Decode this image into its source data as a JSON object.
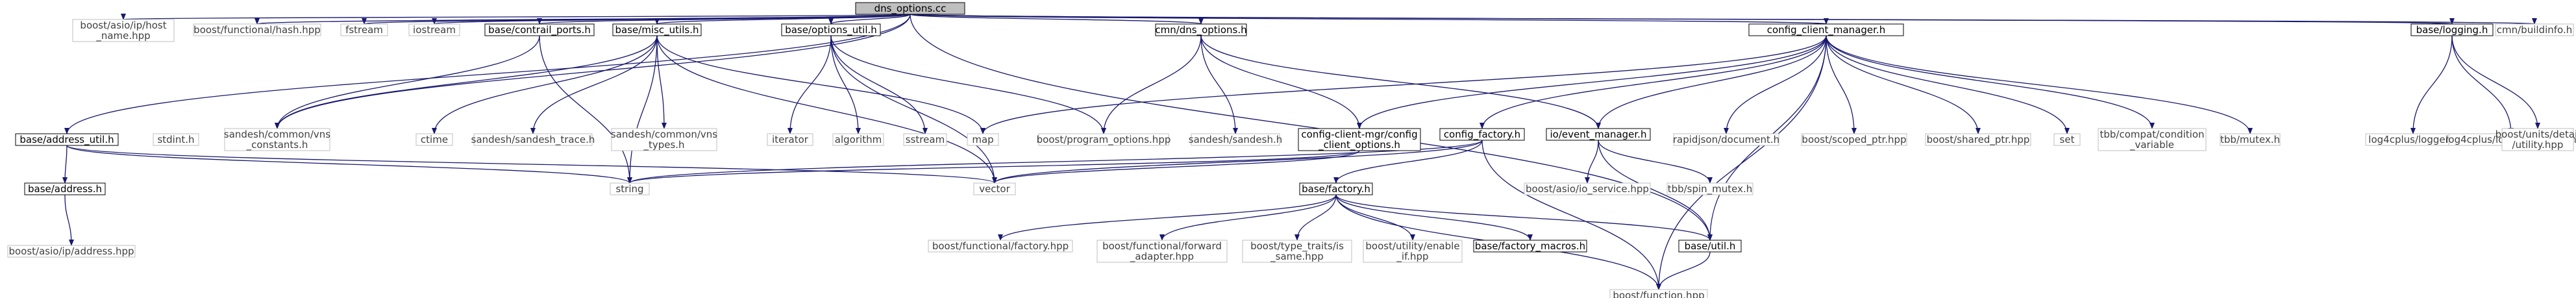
{
  "graph": {
    "title_node": "dns_options.cc",
    "nodes": [
      {
        "id": "root",
        "lines": [
          "dns_options.cc"
        ],
        "style": "root"
      },
      {
        "id": "asio_host",
        "lines": [
          "boost/asio/ip/host",
          "_name.hpp"
        ],
        "style": "ext"
      },
      {
        "id": "func_hash",
        "lines": [
          "boost/functional/hash.hpp"
        ],
        "style": "ext"
      },
      {
        "id": "fstream",
        "lines": [
          "fstream"
        ],
        "style": "ext"
      },
      {
        "id": "iostream",
        "lines": [
          "iostream"
        ],
        "style": "ext"
      },
      {
        "id": "contrail_ports",
        "lines": [
          "base/contrail_ports.h"
        ],
        "style": "int"
      },
      {
        "id": "misc_utils",
        "lines": [
          "base/misc_utils.h"
        ],
        "style": "int"
      },
      {
        "id": "options_util",
        "lines": [
          "base/options_util.h"
        ],
        "style": "int"
      },
      {
        "id": "cmn_dns_options",
        "lines": [
          "cmn/dns_options.h"
        ],
        "style": "int"
      },
      {
        "id": "ccm",
        "lines": [
          "config_client_manager.h"
        ],
        "style": "int"
      },
      {
        "id": "logging",
        "lines": [
          "base/logging.h"
        ],
        "style": "int"
      },
      {
        "id": "buildinfo",
        "lines": [
          "cmn/buildinfo.h"
        ],
        "style": "ext"
      },
      {
        "id": "address_util",
        "lines": [
          "base/address_util.h"
        ],
        "style": "int"
      },
      {
        "id": "stdint",
        "lines": [
          "stdint.h"
        ],
        "style": "ext"
      },
      {
        "id": "vns_constants",
        "lines": [
          "sandesh/common/vns",
          "_constants.h"
        ],
        "style": "ext"
      },
      {
        "id": "ctime",
        "lines": [
          "ctime"
        ],
        "style": "ext"
      },
      {
        "id": "sandesh_trace",
        "lines": [
          "sandesh/sandesh_trace.h"
        ],
        "style": "ext"
      },
      {
        "id": "vns_types",
        "lines": [
          "sandesh/common/vns",
          "_types.h"
        ],
        "style": "ext"
      },
      {
        "id": "iterator",
        "lines": [
          "iterator"
        ],
        "style": "ext"
      },
      {
        "id": "algorithm",
        "lines": [
          "algorithm"
        ],
        "style": "ext"
      },
      {
        "id": "sstream",
        "lines": [
          "sstream"
        ],
        "style": "ext"
      },
      {
        "id": "map",
        "lines": [
          "map"
        ],
        "style": "ext"
      },
      {
        "id": "program_options",
        "lines": [
          "boost/program_options.hpp"
        ],
        "style": "ext"
      },
      {
        "id": "sandesh_h",
        "lines": [
          "sandesh/sandesh.h"
        ],
        "style": "ext"
      },
      {
        "id": "ccm_config_opts",
        "lines": [
          "config-client-mgr/config",
          "_client_options.h"
        ],
        "style": "int"
      },
      {
        "id": "config_factory",
        "lines": [
          "config_factory.h"
        ],
        "style": "int"
      },
      {
        "id": "event_manager",
        "lines": [
          "io/event_manager.h"
        ],
        "style": "int"
      },
      {
        "id": "rapidjson",
        "lines": [
          "rapidjson/document.h"
        ],
        "style": "ext"
      },
      {
        "id": "scoped_ptr",
        "lines": [
          "boost/scoped_ptr.hpp"
        ],
        "style": "ext"
      },
      {
        "id": "shared_ptr",
        "lines": [
          "boost/shared_ptr.hpp"
        ],
        "style": "ext"
      },
      {
        "id": "set",
        "lines": [
          "set"
        ],
        "style": "ext"
      },
      {
        "id": "tbb_condvar",
        "lines": [
          "tbb/compat/condition",
          "_variable"
        ],
        "style": "ext"
      },
      {
        "id": "tbb_mutex",
        "lines": [
          "tbb/mutex.h"
        ],
        "style": "ext"
      },
      {
        "id": "log4_logger",
        "lines": [
          "log4cplus/logger.h"
        ],
        "style": "ext"
      },
      {
        "id": "log4_macros",
        "lines": [
          "log4cplus/loggingmacros.h"
        ],
        "style": "ext"
      },
      {
        "id": "utility_hpp",
        "lines": [
          "boost/units/detail",
          "/utility.hpp"
        ],
        "style": "ext"
      },
      {
        "id": "address_h",
        "lines": [
          "base/address.h"
        ],
        "style": "int"
      },
      {
        "id": "string",
        "lines": [
          "string"
        ],
        "style": "ext"
      },
      {
        "id": "vector",
        "lines": [
          "vector"
        ],
        "style": "ext"
      },
      {
        "id": "asio_svc",
        "lines": [
          "boost/asio/io_service.hpp"
        ],
        "style": "ext"
      },
      {
        "id": "spin_mutex",
        "lines": [
          "tbb/spin_mutex.h"
        ],
        "style": "ext"
      },
      {
        "id": "factory_h",
        "lines": [
          "base/factory.h"
        ],
        "style": "int"
      },
      {
        "id": "asio_address",
        "lines": [
          "boost/asio/ip/address.hpp"
        ],
        "style": "ext"
      },
      {
        "id": "func_factory",
        "lines": [
          "boost/functional/factory.hpp"
        ],
        "style": "ext"
      },
      {
        "id": "fwd_adapter",
        "lines": [
          "boost/functional/forward",
          "_adapter.hpp"
        ],
        "style": "ext"
      },
      {
        "id": "is_same",
        "lines": [
          "boost/type_traits/is",
          "_same.hpp"
        ],
        "style": "ext"
      },
      {
        "id": "enable_if",
        "lines": [
          "boost/utility/enable",
          "_if.hpp"
        ],
        "style": "ext"
      },
      {
        "id": "factory_macros",
        "lines": [
          "base/factory_macros.h"
        ],
        "style": "int"
      },
      {
        "id": "util_h",
        "lines": [
          "base/util.h"
        ],
        "style": "int"
      },
      {
        "id": "bfunction",
        "lines": [
          "boost/function.hpp"
        ],
        "style": "ext"
      }
    ],
    "edges": [
      [
        "root",
        "asio_host"
      ],
      [
        "root",
        "func_hash"
      ],
      [
        "root",
        "fstream"
      ],
      [
        "root",
        "iostream"
      ],
      [
        "root",
        "contrail_ports"
      ],
      [
        "root",
        "misc_utils"
      ],
      [
        "root",
        "options_util"
      ],
      [
        "root",
        "cmn_dns_options"
      ],
      [
        "root",
        "ccm"
      ],
      [
        "root",
        "logging"
      ],
      [
        "root",
        "buildinfo"
      ],
      [
        "root",
        "address_util"
      ],
      [
        "root",
        "vns_constants"
      ],
      [
        "root",
        "util_h"
      ],
      [
        "contrail_ports",
        "string"
      ],
      [
        "contrail_ports",
        "vns_constants"
      ],
      [
        "misc_utils",
        "vns_constants"
      ],
      [
        "misc_utils",
        "ctime"
      ],
      [
        "misc_utils",
        "sandesh_trace"
      ],
      [
        "misc_utils",
        "vns_types"
      ],
      [
        "misc_utils",
        "map"
      ],
      [
        "misc_utils",
        "vector"
      ],
      [
        "misc_utils",
        "string"
      ],
      [
        "options_util",
        "iterator"
      ],
      [
        "options_util",
        "algorithm"
      ],
      [
        "options_util",
        "sstream"
      ],
      [
        "options_util",
        "program_options"
      ],
      [
        "options_util",
        "vector"
      ],
      [
        "cmn_dns_options",
        "program_options"
      ],
      [
        "cmn_dns_options",
        "sandesh_h"
      ],
      [
        "cmn_dns_options",
        "ccm_config_opts"
      ],
      [
        "cmn_dns_options",
        "event_manager"
      ],
      [
        "ccm",
        "map"
      ],
      [
        "ccm",
        "ccm_config_opts"
      ],
      [
        "ccm",
        "config_factory"
      ],
      [
        "ccm",
        "event_manager"
      ],
      [
        "ccm",
        "rapidjson"
      ],
      [
        "ccm",
        "scoped_ptr"
      ],
      [
        "ccm",
        "shared_ptr"
      ],
      [
        "ccm",
        "set"
      ],
      [
        "ccm",
        "tbb_condvar"
      ],
      [
        "ccm",
        "tbb_mutex"
      ],
      [
        "ccm",
        "util_h"
      ],
      [
        "ccm",
        "bfunction"
      ],
      [
        "logging",
        "log4_logger"
      ],
      [
        "logging",
        "log4_macros"
      ],
      [
        "logging",
        "utility_hpp"
      ],
      [
        "address_util",
        "address_h"
      ],
      [
        "address_util",
        "string"
      ],
      [
        "address_util",
        "vector"
      ],
      [
        "address_h",
        "asio_address"
      ],
      [
        "ccm_config_opts",
        "string"
      ],
      [
        "ccm_config_opts",
        "vector"
      ],
      [
        "config_factory",
        "string"
      ],
      [
        "config_factory",
        "vector"
      ],
      [
        "config_factory",
        "factory_h"
      ],
      [
        "config_factory",
        "bfunction"
      ],
      [
        "event_manager",
        "asio_svc"
      ],
      [
        "event_manager",
        "spin_mutex"
      ],
      [
        "event_manager",
        "util_h"
      ],
      [
        "factory_h",
        "func_factory"
      ],
      [
        "factory_h",
        "fwd_adapter"
      ],
      [
        "factory_h",
        "is_same"
      ],
      [
        "factory_h",
        "enable_if"
      ],
      [
        "factory_h",
        "factory_macros"
      ],
      [
        "factory_h",
        "util_h"
      ],
      [
        "factory_h",
        "bfunction"
      ],
      [
        "util_h",
        "bfunction"
      ]
    ]
  },
  "colors": {
    "root_fill": "#bfbfbf",
    "int_stroke": "#000000",
    "ext_stroke": "#bfbfbf",
    "edge": "#191970",
    "ext_text": "#3f3f3f",
    "int_text": "#000000"
  }
}
